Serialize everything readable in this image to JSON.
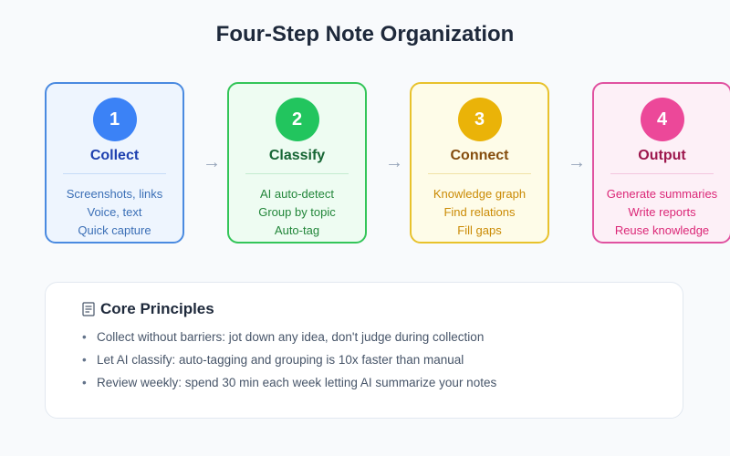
{
  "title": "Four-Step Note Organization",
  "steps": [
    {
      "number": "1",
      "name": "Collect",
      "items": [
        "Screenshots, links",
        "Voice, text",
        "Quick capture"
      ],
      "colors": {
        "border": "#4a8ae0",
        "bg": "#eef5fe",
        "circle": "#3b82f6",
        "name": "#1e40af",
        "text": "#3b6fb6",
        "divider": "#c6dcf7"
      }
    },
    {
      "number": "2",
      "name": "Classify",
      "items": [
        "AI auto-detect",
        "Group by topic",
        "Auto-tag"
      ],
      "colors": {
        "border": "#34c559",
        "bg": "#eefcf2",
        "circle": "#22c55e",
        "name": "#166534",
        "text": "#22863a",
        "divider": "#c4ecd0"
      }
    },
    {
      "number": "3",
      "name": "Connect",
      "items": [
        "Knowledge graph",
        "Find relations",
        "Fill gaps"
      ],
      "colors": {
        "border": "#e8c22c",
        "bg": "#fefce8",
        "circle": "#eab308",
        "name": "#854d0e",
        "text": "#ca8a04",
        "divider": "#f1e3a6"
      }
    },
    {
      "number": "4",
      "name": "Output",
      "items": [
        "Generate summaries",
        "Write reports",
        "Reuse knowledge"
      ],
      "colors": {
        "border": "#e052a0",
        "bg": "#fdf0f7",
        "circle": "#ec4899",
        "name": "#9d174d",
        "text": "#db2777",
        "divider": "#f3c6df"
      }
    }
  ],
  "arrow_glyph": "→",
  "principles": {
    "heading": "Core Principles",
    "icon": "pin-icon",
    "items": [
      "Collect without barriers: jot down any idea, don't judge during collection",
      "Let AI classify: auto-tagging and grouping is 10x faster than manual",
      "Review weekly: spend 30 min each week letting AI summarize your notes"
    ]
  }
}
